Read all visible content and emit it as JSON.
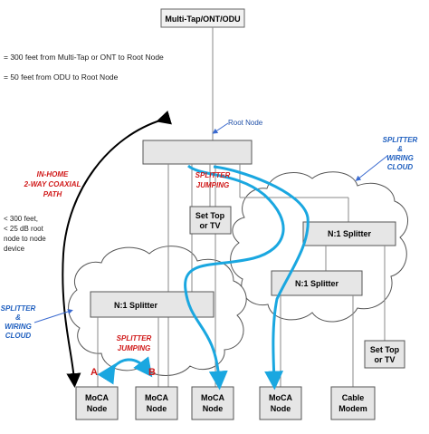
{
  "top_box": "Multi-Tap/ONT/ODU",
  "legend": [
    "= 300 feet from Multi-Tap or ONT to Root Node",
    "= 50 feet from ODU to Root Node"
  ],
  "root_node_label": "Root Node",
  "splitter_cloud_right": [
    "SPLITTER",
    "&",
    "WIRING",
    "CLOUD"
  ],
  "splitter_cloud_left": [
    "SPLITTER",
    "&",
    "WIRING",
    "CLOUD"
  ],
  "inhome_path": [
    "IN-HOME",
    "2-WAY COAXIAL",
    "PATH"
  ],
  "splitter_jumping_top": [
    "SPLITTER",
    "JUMPING"
  ],
  "splitter_jumping_bottom": [
    "SPLITTER",
    "JUMPING"
  ],
  "set_top_1": [
    "Set Top",
    "or TV"
  ],
  "set_top_2": [
    "Set Top",
    "or TV"
  ],
  "splitter_right_upper": "N:1 Splitter",
  "splitter_right_lower": "N:1 Splitter",
  "splitter_left": "N:1 Splitter",
  "distance_note": [
    "< 300 feet,",
    "< 25 dB root",
    "node to node",
    "device"
  ],
  "label_a": "A",
  "label_b": "B",
  "bottom_nodes": [
    [
      "MoCA",
      "Node"
    ],
    [
      "MoCA",
      "Node"
    ],
    [
      "MoCA",
      "Node"
    ],
    [
      "MoCA",
      "Node"
    ],
    [
      "Cable",
      "Modem"
    ]
  ]
}
